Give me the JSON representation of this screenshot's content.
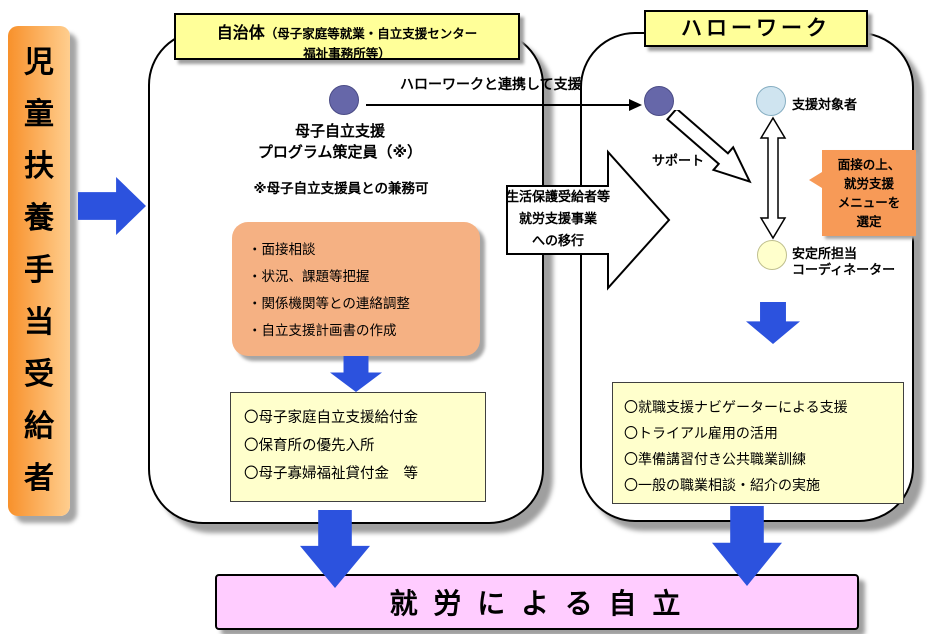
{
  "colors": {
    "arrow_blue": "#2C52DE",
    "header_yellow": "#FFFF99",
    "tasks_orange": "#F5B183",
    "callout_orange": "#F79A57",
    "list_yellow": "#FFFFCC",
    "goal_pink": "#FFCCFF",
    "staff_purple": "#6667A9",
    "target_circle_blue": "#CFE4F0",
    "coordinator_circle_yellow": "#FFFFCC",
    "bar_orange": "#F8912B"
  },
  "left_bar": {
    "label": "児童扶養手当受給者"
  },
  "municipality": {
    "header": {
      "title": "自治体",
      "subtitle_line1": "（母子家庭等就業・自立支援センター",
      "subtitle_line2": "福祉事務所等）"
    },
    "program_staff": {
      "line1": "母子自立支援",
      "line2": "プログラム策定員（※）"
    },
    "note": "※母子自立支援員との兼務可",
    "tasks": [
      "・面接相談",
      "・状況、課題等把握",
      "・関係機関等との連絡調整",
      "・自立支援計画書の作成"
    ],
    "benefits": [
      "〇母子家庭自立支援給付金",
      "〇保育所の優先入所",
      "〇母子寡婦福祉貸付金　等"
    ]
  },
  "link_support": {
    "label": "ハローワークと連携して支援"
  },
  "transfer": {
    "lines": [
      "生活保護受給者等",
      "就労支援事業",
      "への移行"
    ]
  },
  "hellowork": {
    "header": {
      "title": "ハローワーク"
    },
    "support_label": "サポート",
    "target_label": "支援対象者",
    "menu_note": {
      "lines": [
        "面接の上、",
        "就労支援",
        "メニューを",
        "選定"
      ]
    },
    "coordinator": {
      "lines": [
        "安定所担当",
        "コーディネーター"
      ]
    },
    "measures": [
      "〇就職支援ナビゲーターによる支援",
      "〇トライアル雇用の活用",
      "〇準備講習付き公共職業訓練",
      "〇一般の職業相談・紹介の実施"
    ]
  },
  "goal": {
    "label": "就 労 に よ る 自 立"
  }
}
